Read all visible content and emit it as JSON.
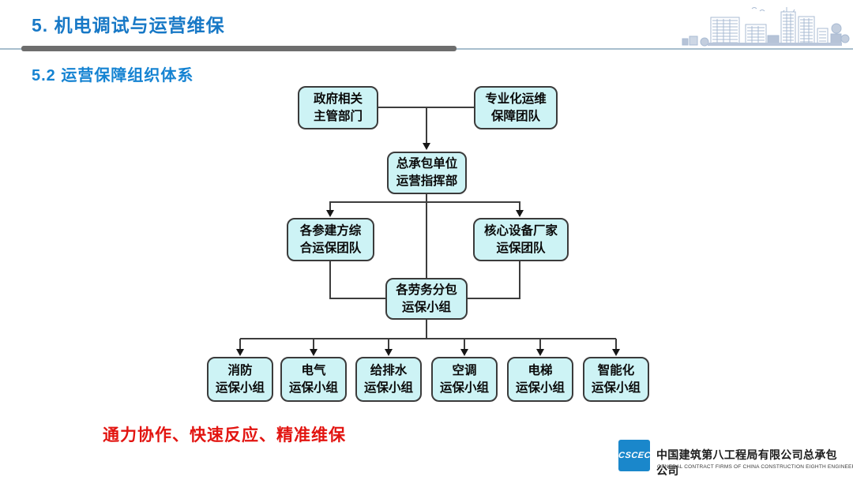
{
  "slide": {
    "title": "5. 机电调试与运营维保",
    "section_title": "5.2 运营保障组织体系",
    "slogan": "通力协作、快速反应、精准维保",
    "colors": {
      "title_blue": "#1778c6",
      "section_blue": "#1583d2",
      "node_fill": "#cdf3f5",
      "node_border": "#3b3b3b",
      "slogan_red": "#e21410",
      "logo_blue": "#1a87cb",
      "divider_gray": "#6d6d6d",
      "skyline_blue": "#a9bbd3"
    }
  },
  "org_chart": {
    "nodes": {
      "government": {
        "line1": "政府相关",
        "line2": "主管部门"
      },
      "professional": {
        "line1": "专业化运维",
        "line2": "保障团队"
      },
      "headquarters": {
        "line1": "总承包单位",
        "line2": "运营指挥部"
      },
      "parties": {
        "line1": "各参建方综",
        "line2": "合运保团队"
      },
      "vendors": {
        "line1": "核心设备厂家",
        "line2": "运保团队"
      },
      "labor": {
        "line1": "各劳务分包",
        "line2": "运保小组"
      },
      "teams": [
        {
          "line1": "消防",
          "line2": "运保小组"
        },
        {
          "line1": "电气",
          "line2": "运保小组"
        },
        {
          "line1": "给排水",
          "line2": "运保小组"
        },
        {
          "line1": "空调",
          "line2": "运保小组"
        },
        {
          "line1": "电梯",
          "line2": "运保小组"
        },
        {
          "line1": "智能化",
          "line2": "运保小组"
        }
      ]
    }
  },
  "footer": {
    "logo_text": "CSCEC",
    "company_cn": "中国建筑第八工程局有限公司总承包公司",
    "company_en": "GENERAL CONTRACT FIRMS OF CHINA CONSTRUCTION EIGHTH ENGINEERING DIVISION.CORP.LTD"
  }
}
